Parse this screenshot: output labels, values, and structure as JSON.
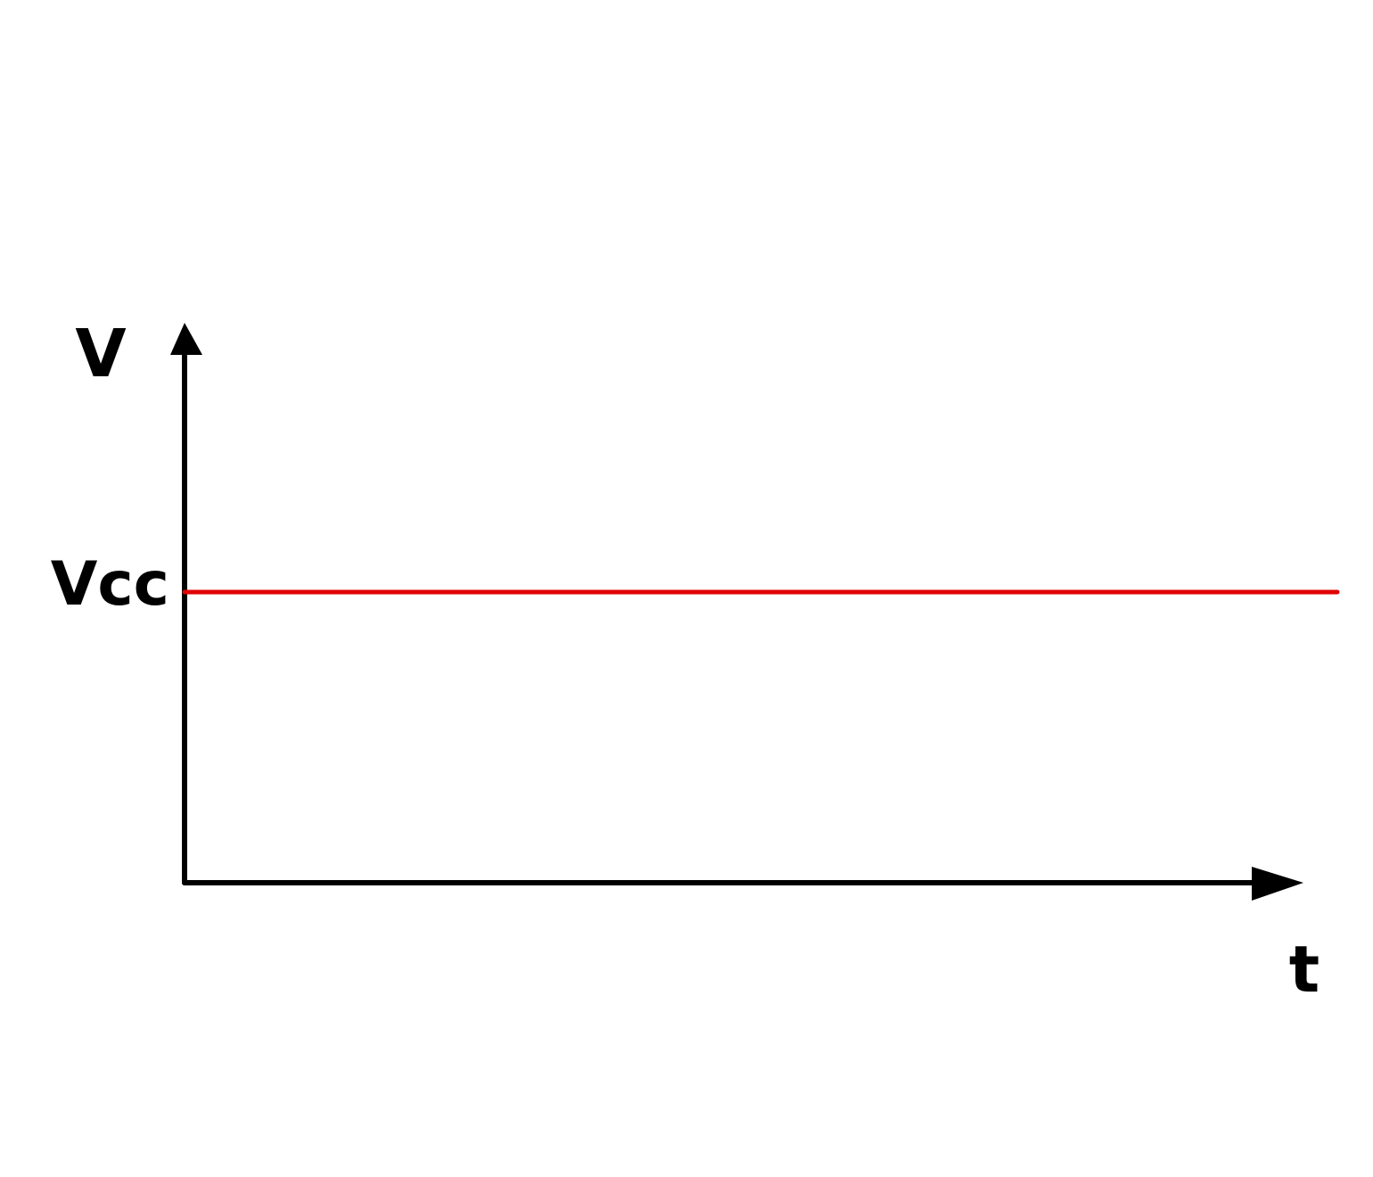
{
  "chart_data": {
    "type": "line",
    "title": "",
    "xlabel": "t",
    "ylabel": "V",
    "yticks": [
      "Vcc"
    ],
    "grid": false,
    "series": [
      {
        "color": "#e00000",
        "x": [
          0,
          1
        ],
        "y": [
          1,
          1
        ],
        "level_label": "Vcc"
      }
    ],
    "colors": {
      "axes": "#000000",
      "series": "#e00000"
    }
  }
}
